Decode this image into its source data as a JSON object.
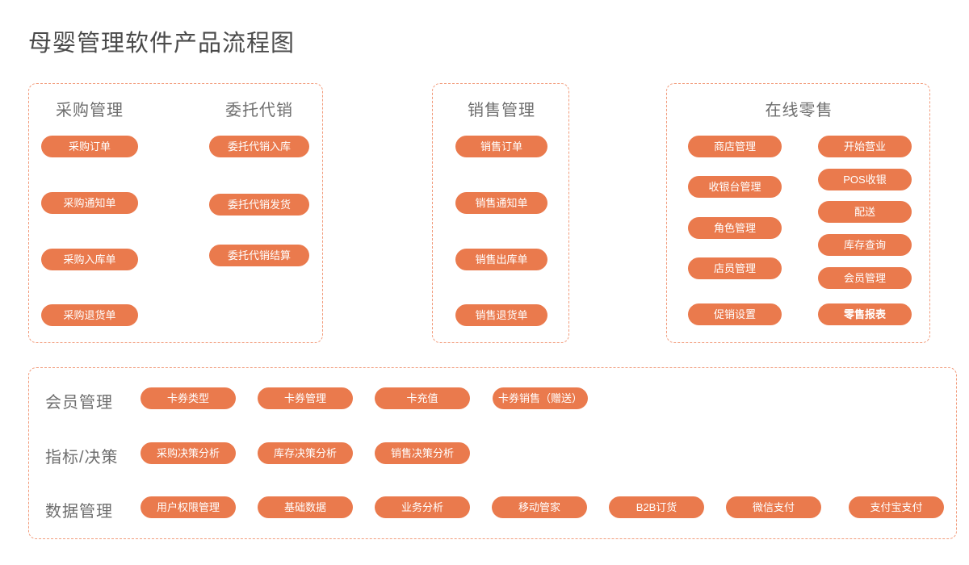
{
  "title": "母婴管理软件产品流程图",
  "colors": {
    "pill": "#EA7A4D",
    "border": "#F29C7C",
    "heading": "#6E6E6E",
    "title": "#4A4A4A"
  },
  "boxes": {
    "purchase": {
      "headers": [
        "采购管理",
        "委托代销"
      ],
      "col1": [
        "采购订单",
        "采购通知单",
        "采购入库单",
        "采购退货单"
      ],
      "col2": [
        "委托代销入库",
        "委托代销发货",
        "委托代销结算"
      ]
    },
    "sales": {
      "header": "销售管理",
      "items": [
        "销售订单",
        "销售通知单",
        "销售出库单",
        "销售退货单"
      ]
    },
    "retail": {
      "header": "在线零售",
      "col1": [
        "商店管理",
        "收银台管理",
        "角色管理",
        "店员管理",
        "促销设置"
      ],
      "col2": [
        "开始营业",
        "POS收银",
        "配送",
        "库存查询",
        "会员管理",
        "零售报表"
      ]
    },
    "bottom": {
      "rows": [
        {
          "label": "会员管理",
          "items": [
            "卡券类型",
            "卡券管理",
            "卡充值",
            "卡券销售（赠送）"
          ]
        },
        {
          "label": "指标/决策",
          "items": [
            "采购决策分析",
            "库存决策分析",
            "销售决策分析"
          ]
        },
        {
          "label": "数据管理",
          "items": [
            "用户权限管理",
            "基础数据",
            "业务分析",
            "移动管家",
            "B2B订货",
            "微信支付",
            "支付宝支付"
          ]
        }
      ]
    }
  }
}
